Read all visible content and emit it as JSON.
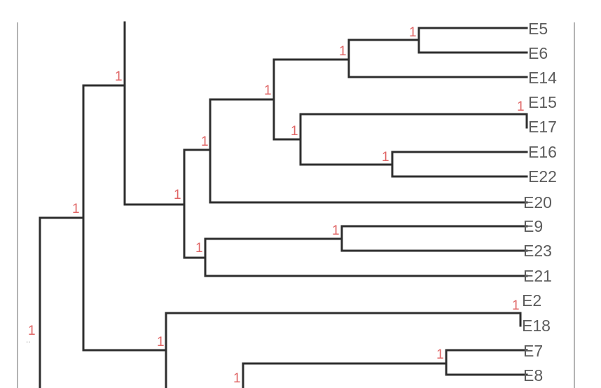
{
  "tree": {
    "leaves": [
      "E5",
      "E6",
      "E14",
      "E15",
      "E17",
      "E16",
      "E22",
      "E20",
      "E9",
      "E23",
      "E21",
      "E2",
      "E18",
      "E7",
      "E8"
    ],
    "support_label": "1",
    "root_dots": "..",
    "colors": {
      "branch": "#2e2e2e",
      "leaf_text": "#5c5c5c",
      "support_text": "#e06666",
      "frame": "#9a9a9a"
    }
  }
}
